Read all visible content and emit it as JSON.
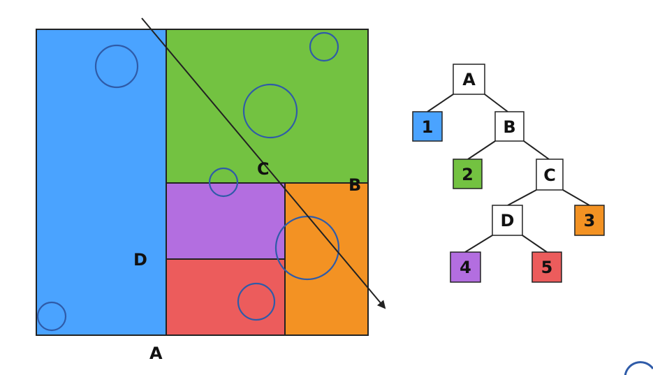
{
  "colors": {
    "blue": "#4aa3ff",
    "green": "#73c241",
    "purple": "#b36ee0",
    "red": "#ec5c5c",
    "orange": "#f39223",
    "outline": "#222222",
    "circle": "#2f5ba8",
    "white": "#ffffff"
  },
  "partition": {
    "labels": {
      "a": "A",
      "b": "B",
      "c": "C",
      "d": "D"
    }
  },
  "tree": {
    "nodes": {
      "A": "A",
      "B": "B",
      "C": "C",
      "D": "D",
      "one": "1",
      "two": "2",
      "three": "3",
      "four": "4",
      "five": "5"
    }
  }
}
